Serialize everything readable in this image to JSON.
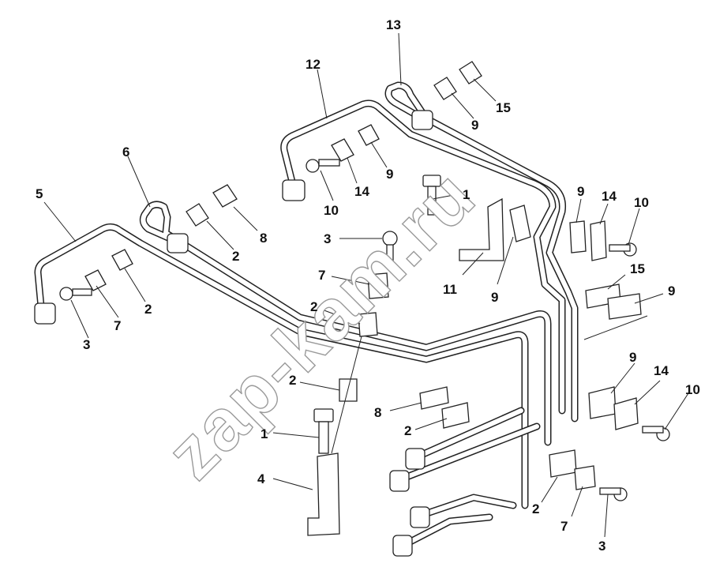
{
  "watermark": "zap-kam.ru",
  "labels": [
    {
      "id": "l13a",
      "text": "13"
    },
    {
      "id": "l12",
      "text": "12"
    },
    {
      "id": "l15a",
      "text": "15"
    },
    {
      "id": "l9a",
      "text": "9"
    },
    {
      "id": "l6",
      "text": "6"
    },
    {
      "id": "l5",
      "text": "5"
    },
    {
      "id": "l8a",
      "text": "8"
    },
    {
      "id": "l2a",
      "text": "2"
    },
    {
      "id": "l14a",
      "text": "14"
    },
    {
      "id": "l9b",
      "text": "9"
    },
    {
      "id": "l10a",
      "text": "10"
    },
    {
      "id": "l1a",
      "text": "1"
    },
    {
      "id": "l9c",
      "text": "9"
    },
    {
      "id": "l14b",
      "text": "14"
    },
    {
      "id": "l10b",
      "text": "10"
    },
    {
      "id": "l3a",
      "text": "3"
    },
    {
      "id": "l11",
      "text": "11"
    },
    {
      "id": "l9d",
      "text": "9"
    },
    {
      "id": "l15b",
      "text": "15"
    },
    {
      "id": "l9e",
      "text": "9"
    },
    {
      "id": "l7a",
      "text": "7"
    },
    {
      "id": "l2b",
      "text": "2"
    },
    {
      "id": "l2c",
      "text": "2"
    },
    {
      "id": "l3b",
      "text": "3"
    },
    {
      "id": "l7b",
      "text": "7"
    },
    {
      "id": "l2d",
      "text": "2"
    },
    {
      "id": "l9f",
      "text": "9"
    },
    {
      "id": "l14c",
      "text": "14"
    },
    {
      "id": "l10c",
      "text": "10"
    },
    {
      "id": "l8b",
      "text": "8"
    },
    {
      "id": "l2e",
      "text": "2"
    },
    {
      "id": "l1b",
      "text": "1"
    },
    {
      "id": "l4",
      "text": "4"
    },
    {
      "id": "l2f",
      "text": "2"
    },
    {
      "id": "l7c",
      "text": "7"
    },
    {
      "id": "l3c",
      "text": "3"
    }
  ]
}
